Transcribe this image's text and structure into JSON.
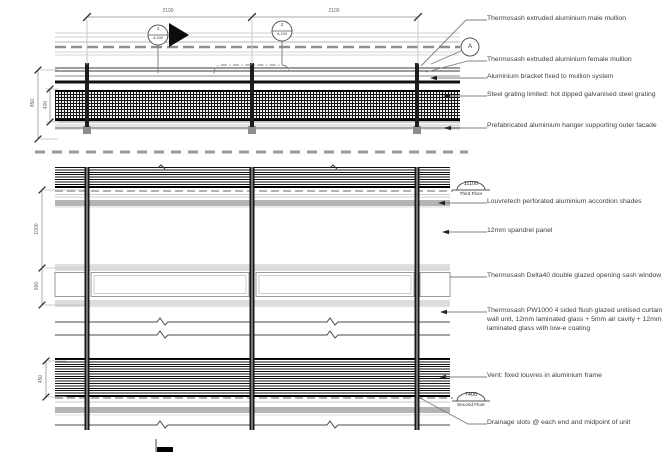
{
  "meta": {
    "drawing_type": "curtain wall facade detail — plan section and partial elevation",
    "background": "#ffffff"
  },
  "colors": {
    "line_dark": "#1a1a1a",
    "line_grey": "#999999",
    "band_grey": "#b4b4b4",
    "text": "#3f3f3f",
    "dim_text": "#666666"
  },
  "plan_view": {
    "dims": {
      "bay_left": "2100",
      "bay_right": "2100",
      "overall_depth": "850",
      "grating_depth": "400"
    },
    "detail_markers": [
      {
        "number": "1",
        "sheet": "A 100"
      },
      {
        "number": "2",
        "sheet": "A 100"
      }
    ],
    "section_marker": "A",
    "callouts": [
      {
        "label": "Thermosash extruded aluminium male mullion"
      },
      {
        "label": "Thermosash extruded aluminium female mullion"
      },
      {
        "label": "Aluminium bracket fixed to mullion system"
      },
      {
        "label": "Steel grating limited: hot dipped galvanised steel grating"
      },
      {
        "label": "Prefabricated aluminium hanger supporting outer facade"
      }
    ]
  },
  "elevation_view": {
    "dims": {
      "spandrel_zone": "1000",
      "window_zone": "600",
      "vent_zone": "450"
    },
    "levels": [
      {
        "value": "11100",
        "label": "Third Floor"
      },
      {
        "value": "7400",
        "label": "Second Floor"
      }
    ],
    "callouts": [
      {
        "label": "Louvretech perforated aluminium accordion shades"
      },
      {
        "label": "12mm spandrel panel"
      },
      {
        "label": "Thermosash Delta40 double glazed opening sash window"
      },
      {
        "label": "Thermosash PW1000 4 sided flush glazed unitised curtain wall unit, 12mm laminated glass + 5mm air cavity + 12mm laminated glass with low-e coating"
      },
      {
        "label": "Vent: fixed louvres in aluminium frame"
      },
      {
        "label": "Drainage slots @ each end and midpoint of unit"
      }
    ]
  }
}
